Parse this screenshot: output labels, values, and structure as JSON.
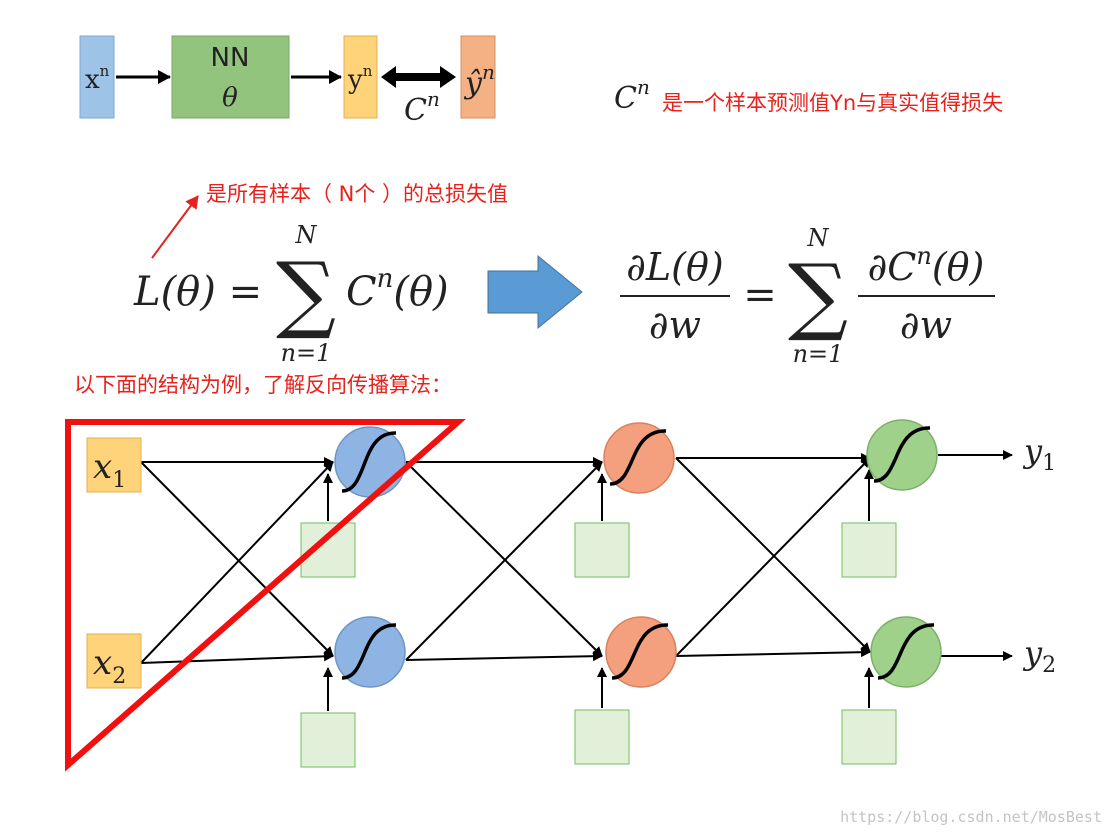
{
  "pipeline": {
    "input_label": "x",
    "input_sup": "n",
    "nn_label": "NN",
    "nn_param": "θ",
    "output_label": "y",
    "output_sup": "n",
    "target_label": "ŷ",
    "target_sup": "n",
    "loss_label": "C",
    "loss_sup": "n"
  },
  "annotations": {
    "cn_symbol": "C",
    "cn_sup": "n",
    "cn_note": "是一个样本预测值Yn与真实值得损失",
    "total_loss_note": "是所有样本（ N个 ）的总损失值",
    "example_note": "以下面的结构为例，了解反向传播算法："
  },
  "equations": {
    "lhs": "L(θ) =",
    "sum_top": "N",
    "sum_bottom": "n=1",
    "sum_symbol": "∑",
    "summand": "C",
    "summand_sup": "n",
    "summand_arg": "(θ)",
    "deriv_num": "∂L(θ)",
    "deriv_den": "∂w",
    "equals": "=",
    "rhs_num_pre": "∂C",
    "rhs_num_sup": "n",
    "rhs_num_post": "(θ)",
    "rhs_den": "∂w"
  },
  "network": {
    "inputs": [
      {
        "name": "x",
        "sub": "1"
      },
      {
        "name": "x",
        "sub": "2"
      }
    ],
    "outputs": [
      {
        "name": "y",
        "sub": "1"
      },
      {
        "name": "y",
        "sub": "2"
      }
    ],
    "layer_colors": [
      "#8eb4e3",
      "#f4a07f",
      "#9fd18a"
    ]
  },
  "watermark": "https://blog.csdn.net/MosBest",
  "colors": {
    "input_box": "#ffd37a",
    "input_blue": "#9dc3e6",
    "nn_green": "#93c47d",
    "target_salmon": "#f4b183",
    "annotation_red": "#e8211c",
    "bias_box": "#e2f0d9",
    "arrow_blue": "#5b9bd5"
  }
}
